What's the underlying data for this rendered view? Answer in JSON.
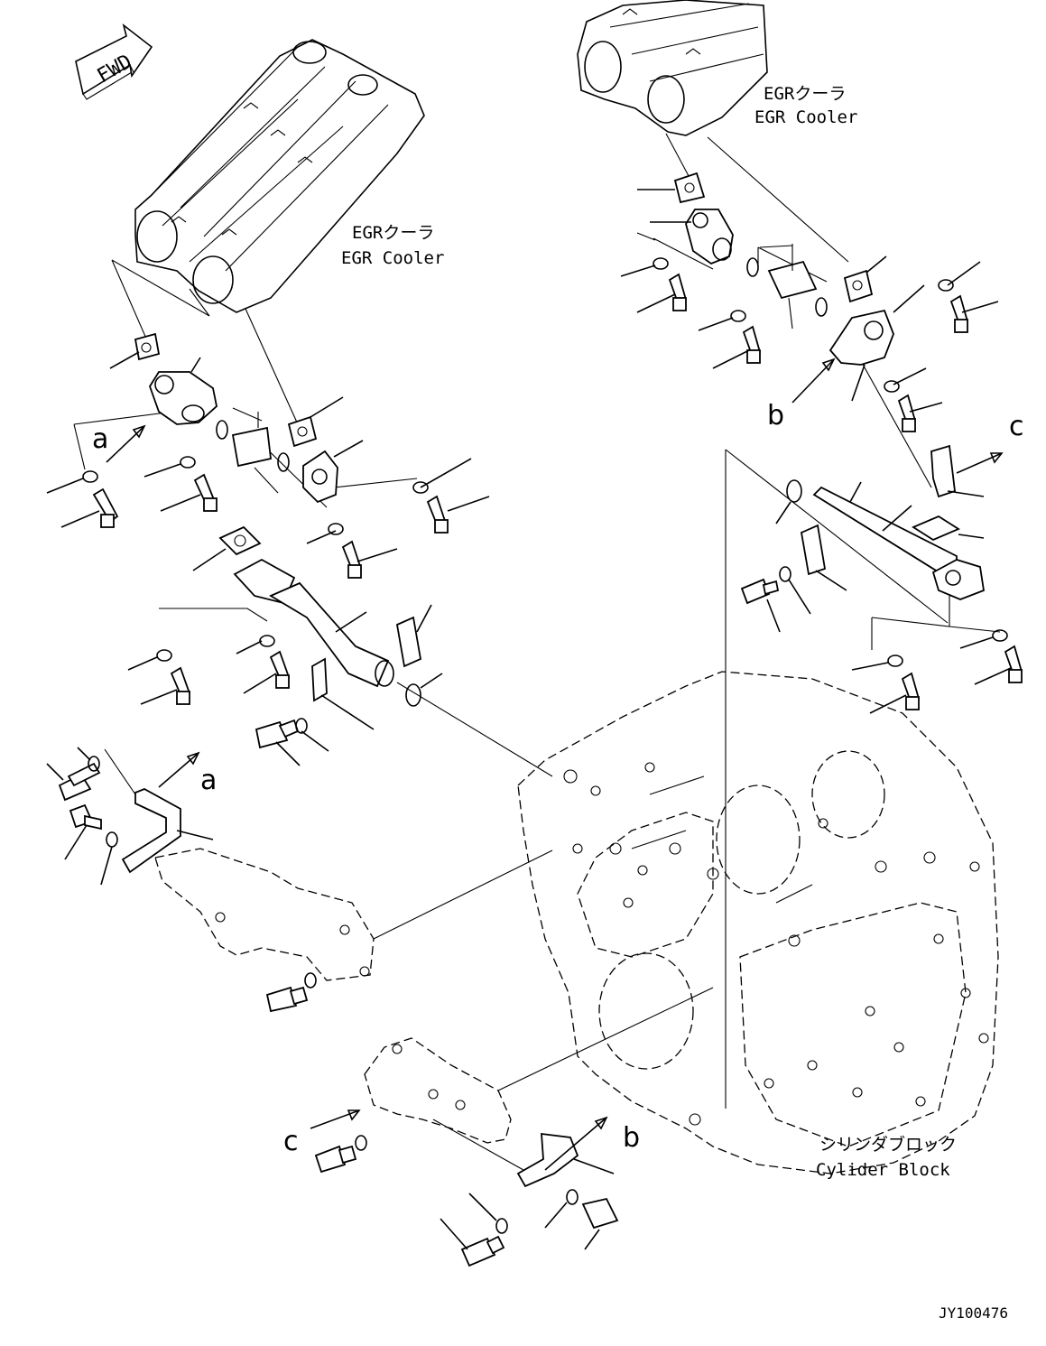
{
  "labels": {
    "fwd": "FWD",
    "egr_cooler_left_jp": "EGRクーラ",
    "egr_cooler_left_en": "EGR Cooler",
    "egr_cooler_right_jp": "EGRクーラ",
    "egr_cooler_right_en": "EGR Cooler",
    "cylinder_block_jp": "シリンダブロック",
    "cylinder_block_en": "Cylider Block",
    "drawing_id": "JY100476"
  },
  "markers": {
    "a_top": "a",
    "a_bracket": "a",
    "b_right": "b",
    "b_bottom": "b",
    "c_right": "c",
    "c_bottom": "c"
  }
}
